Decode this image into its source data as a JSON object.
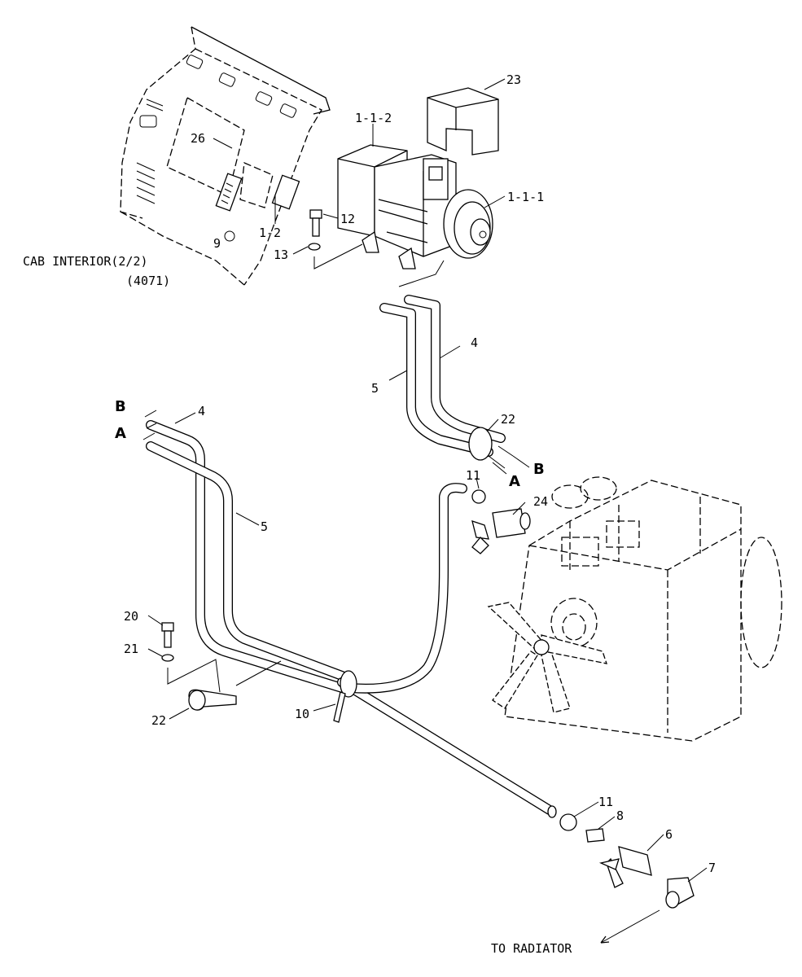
{
  "labels": {
    "p23": "23",
    "p1_1_2": "1-1-2",
    "p1_1_1": "1-1-1",
    "p26": "26",
    "p12": "12",
    "p1_2": "1-2",
    "p9": "9",
    "p13": "13",
    "cab_interior": "CAB INTERIOR(2/2)",
    "cab_ref": "(4071)",
    "p4_upper": "4",
    "p5_upper": "5",
    "p22_upper": "22",
    "b_right": "B",
    "a_right": "A",
    "b_left": "B",
    "a_left": "A",
    "p4_lower": "4",
    "p5_lower": "5",
    "p11_upper": "11",
    "p24": "24",
    "p20": "20",
    "p21": "21",
    "p22_lower": "22",
    "p10": "10",
    "p11_lower": "11",
    "p8": "8",
    "p6": "6",
    "p7": "7",
    "to_radiator": "TO RADIATOR"
  }
}
